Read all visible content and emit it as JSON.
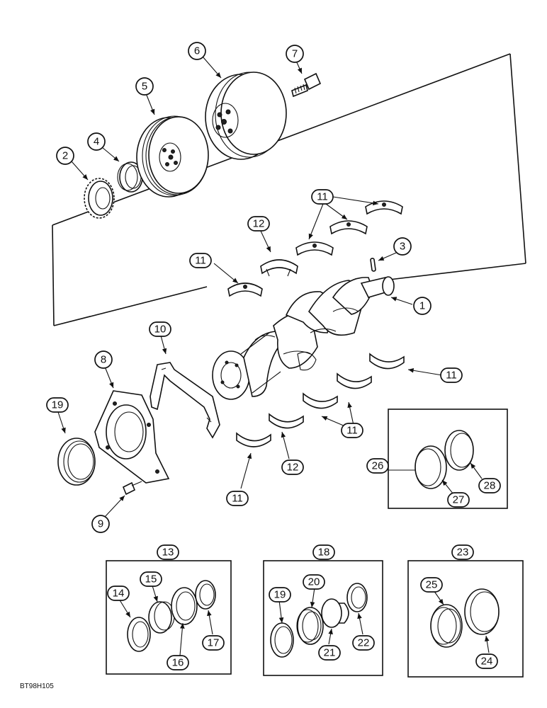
{
  "figure_id": "BT98H105",
  "callouts": {
    "c1": "1",
    "c2": "2",
    "c3": "3",
    "c4": "4",
    "c5": "5",
    "c6": "6",
    "c7": "7",
    "c8": "8",
    "c9": "9",
    "c10": "10",
    "c11a": "11",
    "c11b": "11",
    "c11c": "11",
    "c11d": "11",
    "c11e": "11",
    "c12a": "12",
    "c12b": "12",
    "c13": "13",
    "c14": "14",
    "c15": "15",
    "c16": "16",
    "c17": "17",
    "c18": "18",
    "c19a": "19",
    "c19b": "19",
    "c20": "20",
    "c21": "21",
    "c22": "22",
    "c23": "23",
    "c24": "24",
    "c25": "25",
    "c26": "26",
    "c27": "27",
    "c28": "28"
  }
}
